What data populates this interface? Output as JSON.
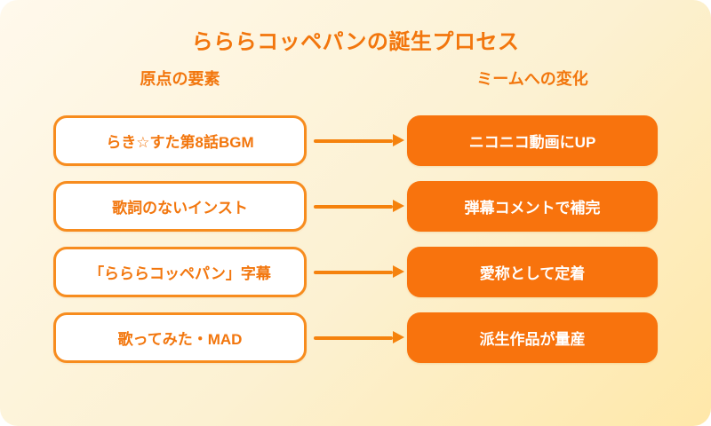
{
  "title": "らららコッペパンの誕生プロセス",
  "columns": {
    "left": "原点の要素",
    "right": "ミームへの変化"
  },
  "rows": [
    {
      "source": "らき☆すた第8話BGM",
      "result": "ニコニコ動画にUP"
    },
    {
      "source": "歌詞のないインスト",
      "result": "弾幕コメントで補完"
    },
    {
      "source": "「らららコッペパン」字幕",
      "result": "愛称として定着"
    },
    {
      "source": "歌ってみた・MAD",
      "result": "派生作品が量産"
    }
  ],
  "icons": {
    "flow_arrow": "→"
  },
  "colors": {
    "accent_orange_fill": "#F8730D",
    "border_orange": "#F78C1E",
    "arrow_orange": "#F5820D",
    "text_orange": "#F2760D",
    "box_text_white": "#FFFFFF",
    "background_gradient_start": "#FFF9EC",
    "background_gradient_end": "#FFE8A9",
    "page_behind_card": "#FFFFFF"
  }
}
